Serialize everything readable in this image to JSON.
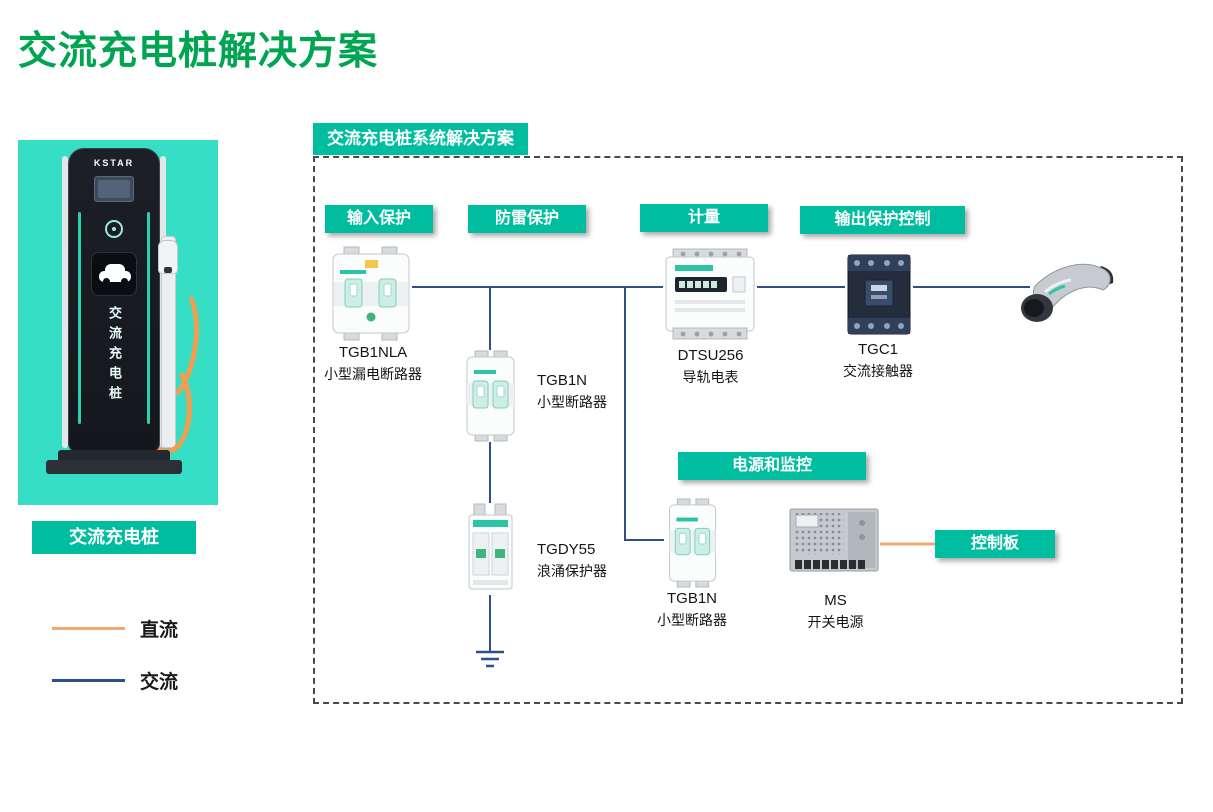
{
  "page": {
    "title": "交流充电桩解决方案"
  },
  "left_panel": {
    "device_brand": "KSTAR",
    "device_vertical_label": "交流充电桩",
    "caption": "交流充电桩"
  },
  "legend": {
    "items": [
      {
        "label": "直流",
        "color": "#F2A873"
      },
      {
        "label": "交流",
        "color": "#2E4F8C"
      }
    ]
  },
  "diagram": {
    "header": "交流充电桩系统解决方案",
    "section_badges": [
      {
        "label": "输入保护"
      },
      {
        "label": "防雷保护"
      },
      {
        "label": "计量"
      },
      {
        "label": "输出保护控制"
      }
    ],
    "inline_badges": {
      "power_monitor": "电源和监控",
      "control_board": "控制板"
    },
    "components": [
      {
        "model": "TGB1NLA",
        "desc": "小型漏电断路器"
      },
      {
        "model": "TGB1N",
        "desc": "小型断路器"
      },
      {
        "model": "DTSU256",
        "desc": "导轨电表"
      },
      {
        "model": "TGC1",
        "desc": "交流接触器"
      },
      {
        "model": "TGDY55",
        "desc": "浪涌保护器"
      },
      {
        "model": "TGB1N",
        "desc": "小型断路器"
      },
      {
        "model": "MS",
        "desc": "开关电源"
      }
    ]
  },
  "colors": {
    "title_green": "#00A551",
    "badge_teal": "#00BDA0",
    "photo_teal": "#36DEC6",
    "ac_line": "#2E4F8C",
    "dc_line": "#F2A873"
  }
}
